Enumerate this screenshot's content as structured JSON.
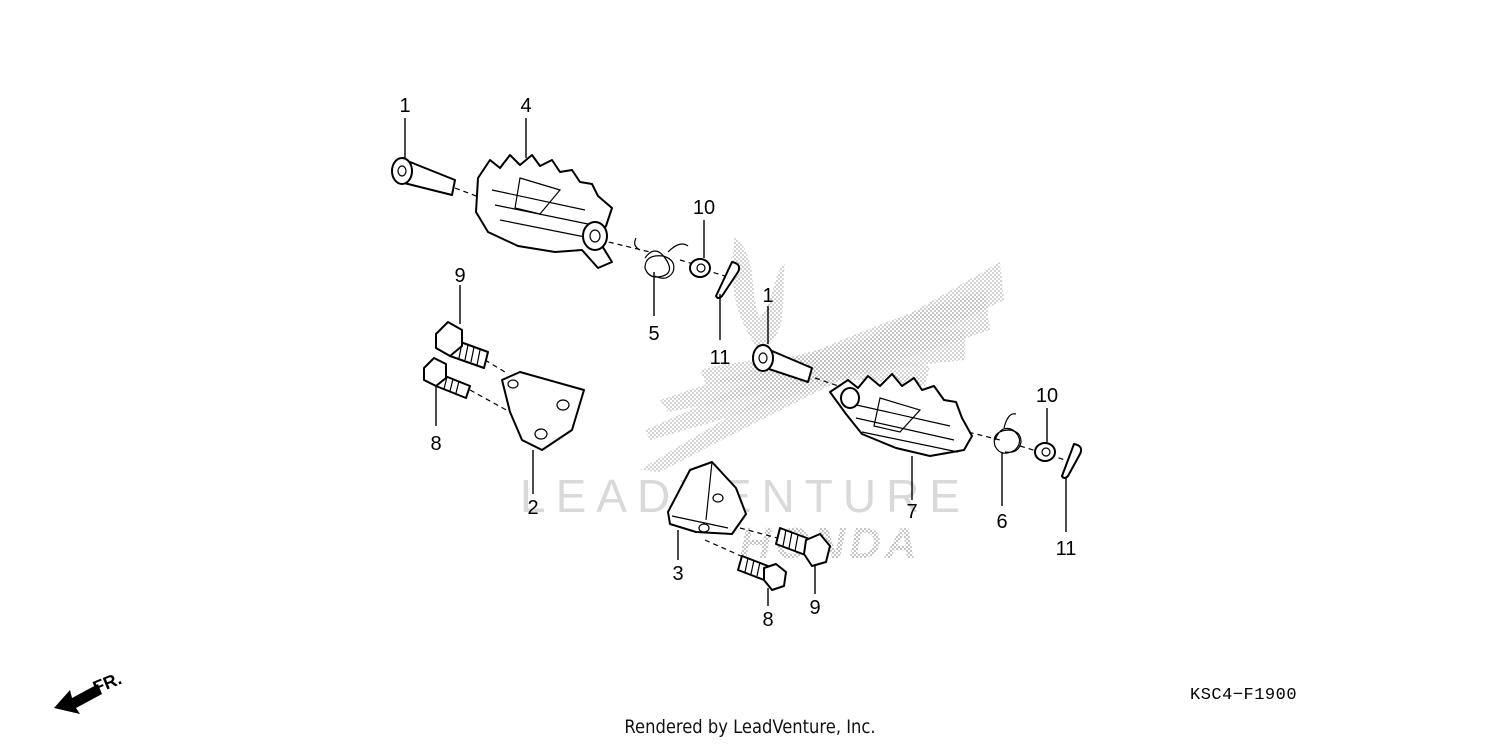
{
  "diagram": {
    "callouts": [
      {
        "id": "c1a",
        "label": "1"
      },
      {
        "id": "c4",
        "label": "4"
      },
      {
        "id": "c10a",
        "label": "10"
      },
      {
        "id": "c5",
        "label": "5"
      },
      {
        "id": "c11a",
        "label": "11"
      },
      {
        "id": "c1b",
        "label": "1"
      },
      {
        "id": "c9a",
        "label": "9"
      },
      {
        "id": "c8a",
        "label": "8"
      },
      {
        "id": "c2",
        "label": "2"
      },
      {
        "id": "c10b",
        "label": "10"
      },
      {
        "id": "c7",
        "label": "7"
      },
      {
        "id": "c6",
        "label": "6"
      },
      {
        "id": "c11b",
        "label": "11"
      },
      {
        "id": "c3",
        "label": "3"
      },
      {
        "id": "c8b",
        "label": "8"
      },
      {
        "id": "c9b",
        "label": "9"
      }
    ],
    "direction_label": "FR.",
    "watermark_text": "LEADVENTURE",
    "watermark_logo": "HONDA",
    "reference_code": "KSC4−F1900",
    "footer_credit": "Rendered by LeadVenture, Inc."
  }
}
